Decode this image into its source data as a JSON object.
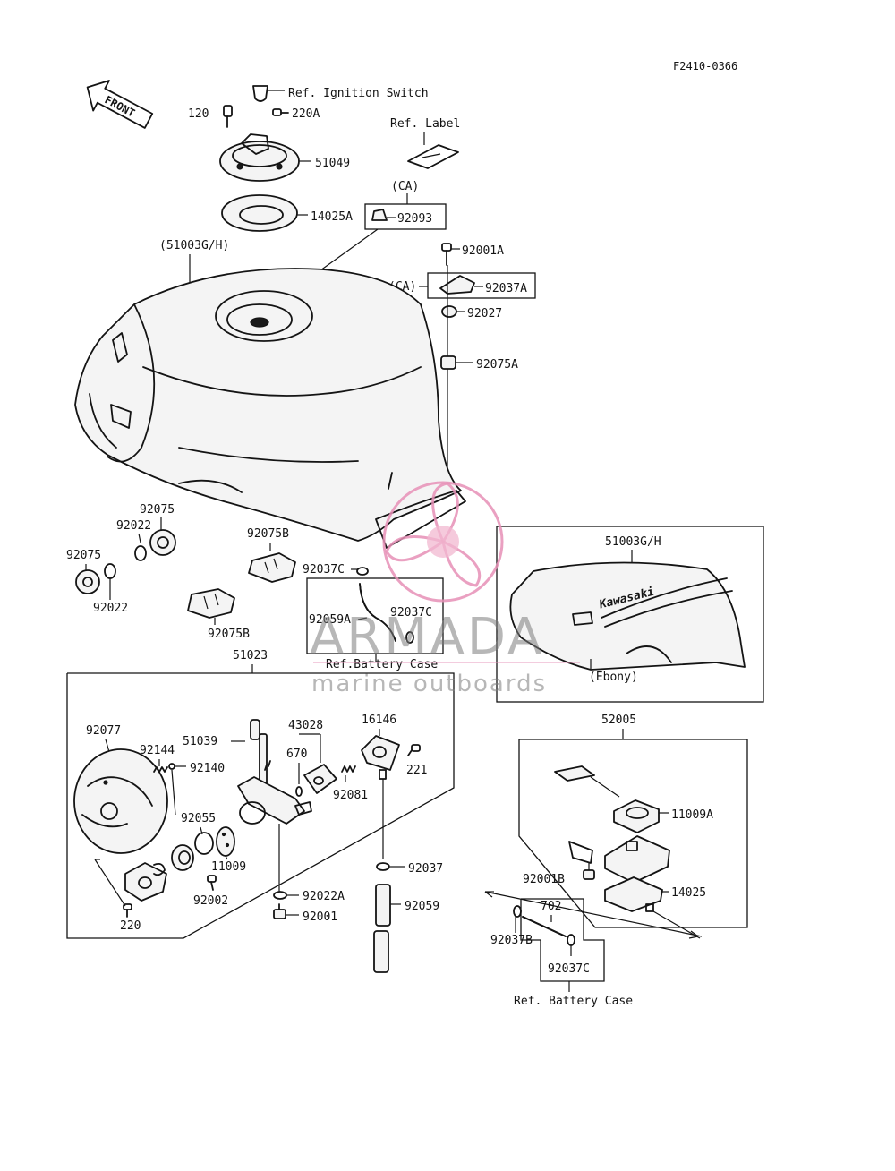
{
  "drawing_number": "F2410-0366",
  "front_label": "FRONT",
  "watermark": {
    "brand": "ARMADA",
    "tagline": "marine outboards",
    "color": "#e68fb6"
  },
  "callouts": {
    "ref_ignition_switch": "Ref. Ignition Switch",
    "p120": "120",
    "p220A": "220A",
    "ref_label": "Ref. Label",
    "p51049": "51049",
    "ca_top": "(CA)",
    "p14025A": "14025A",
    "p92093": "92093",
    "p51003GH_main": "(51003G/H)",
    "p92001A": "92001A",
    "ca_mid": "(CA)",
    "p92037A": "92037A",
    "p92027": "92027",
    "p92075A": "92075A",
    "p92075_a": "92075",
    "p92022_a": "92022",
    "p92075_b": "92075",
    "p92022_b": "92022",
    "p92075B_a": "92075B",
    "p92075B_b": "92075B",
    "p92037C_a": "92037C",
    "p92059A": "92059A",
    "p92037C_b": "92037C",
    "ref_battery_case_a": "Ref.Battery Case",
    "p51003GH_ebony": "51003G/H",
    "ebony": "(Ebony)",
    "tank_brand": "Kawasaki",
    "p51023": "51023",
    "p92077": "92077",
    "p92144": "92144",
    "p92140": "92140",
    "p51039": "51039",
    "p43028": "43028",
    "p670": "670",
    "p16146": "16146",
    "p221": "221",
    "p92081": "92081",
    "p92055": "92055",
    "p11009": "11009",
    "p92002": "92002",
    "p220": "220",
    "p92022A": "92022A",
    "p92001": "92001",
    "p92037": "92037",
    "p92059": "92059",
    "p52005": "52005",
    "p11009A": "11009A",
    "p92001B": "92001B",
    "p14025": "14025",
    "p702": "702",
    "p92037B": "92037B",
    "p92037C_c": "92037C",
    "ref_battery_case_b": "Ref. Battery Case"
  }
}
